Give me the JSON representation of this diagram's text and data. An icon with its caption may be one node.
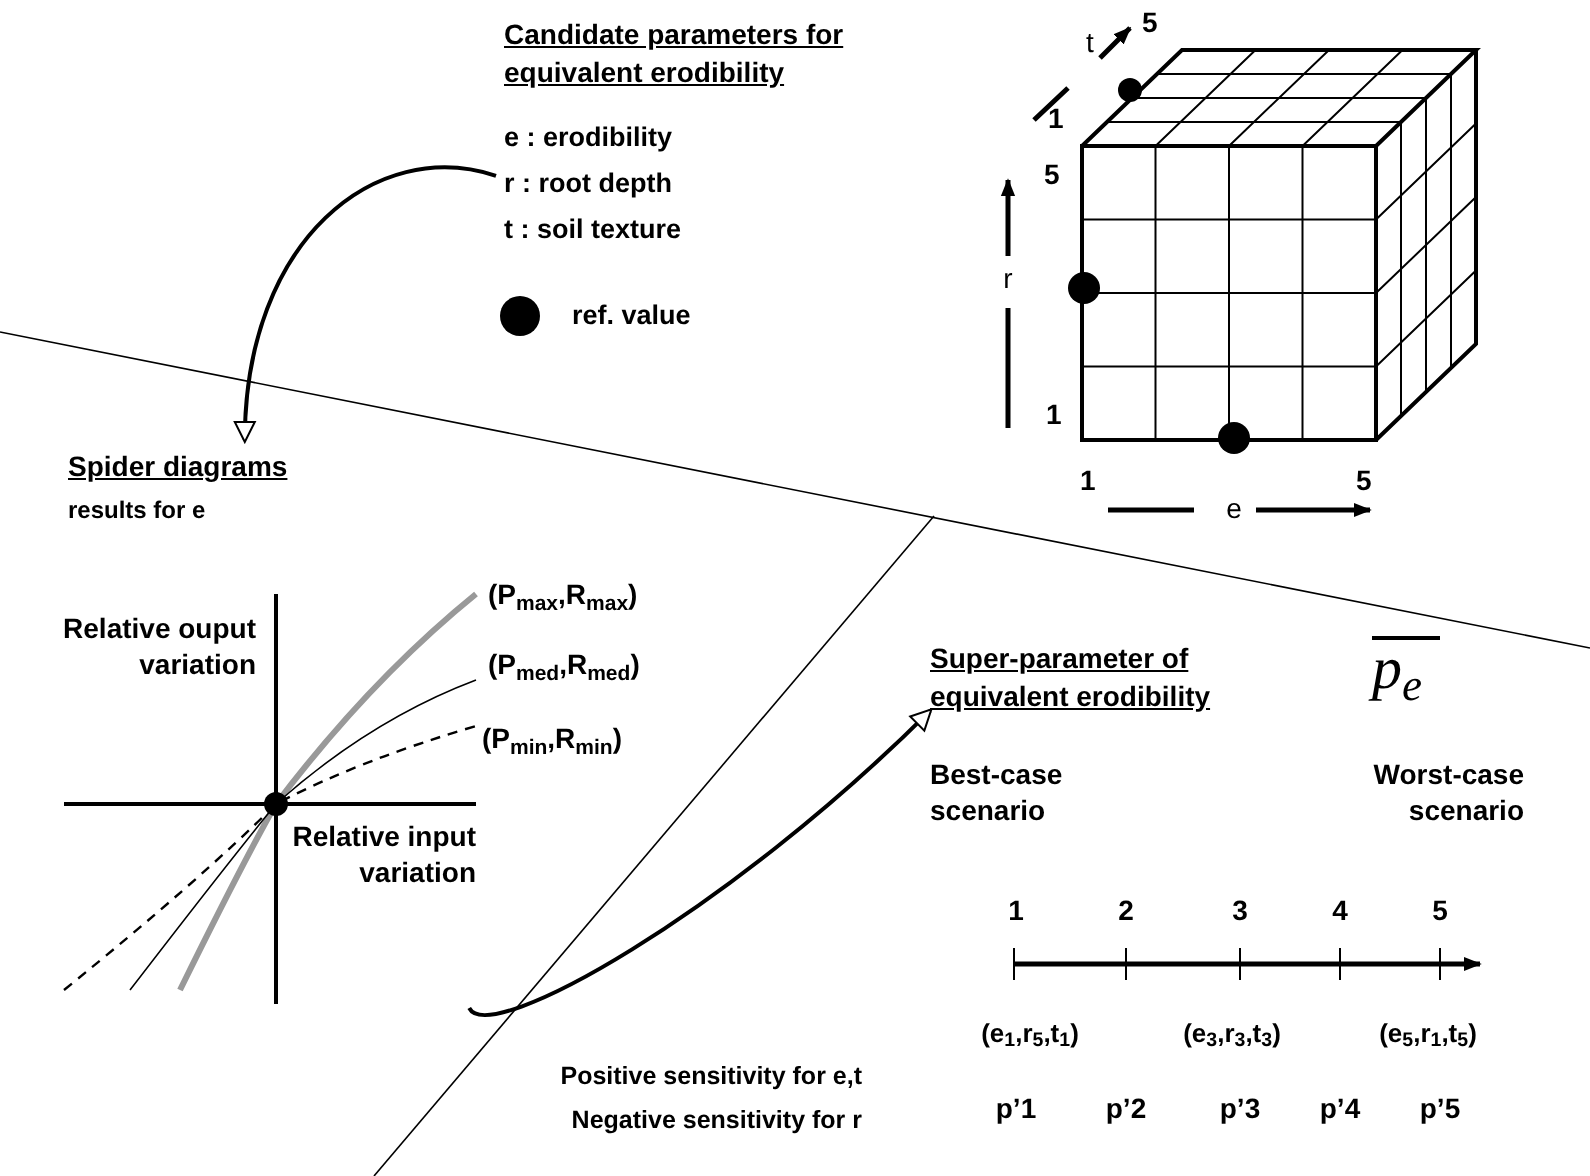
{
  "diagram": {
    "nodes": [
      {
        "text": [
          "Candidate parameters for equivalent erodibility",
          "e : erodibility",
          "r : root depth",
          "t : soil texture"
        ]
      },
      {
        "text": [
          "Spider diagrams",
          "results for e"
        ]
      },
      {
        "text": [
          "Super-parameter of equivalent erodibility"
        ]
      }
    ],
    "edges": [
      {
        "from": 0,
        "to": 1,
        "arrow": "to"
      },
      {
        "from": 1,
        "to": 2,
        "arrow": "to"
      }
    ],
    "labels": [
      "5",
      "t",
      "1",
      "5",
      "r",
      "1",
      "1",
      "5",
      "e",
      "Relative ouput variation",
      "(P$_{max}$,R$_{max}$)",
      "(P$_{med}$,R$_{med}$)",
      "(P$_{min}$,R$_{min}$)",
      "Relative input variation",
      "Positive sensitivity for e,t",
      "Negative sensitivity for r",
      "p$_{e}$",
      "Best-case scenario",
      "Worst-case scenario",
      "1",
      "2",
      "3",
      "4",
      "5",
      "(e$_{1}$,r$_{5}$,t$_{1}$)",
      "(e$_{3}$,r$_{3}$,t$_{3}$)",
      "(e$_{5}$,r$_{1}$,t$_{5}$)",
      "p’1",
      "p’2",
      "p’3",
      "p’4",
      "p’5"
    ],
    "legend": [
      {
        "text": "ref. value"
      }
    ]
  }
}
